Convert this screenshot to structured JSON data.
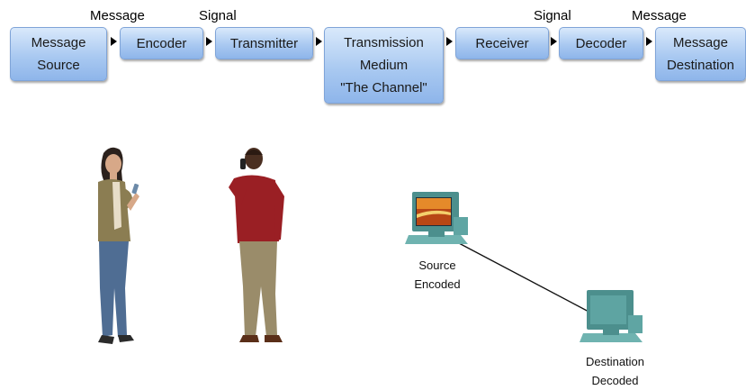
{
  "flow": {
    "boxes": [
      {
        "label": "Message\nSource"
      },
      {
        "label": "Encoder"
      },
      {
        "label": "Transmitter"
      },
      {
        "label": "Transmission\nMedium\n\"The Channel\""
      },
      {
        "label": "Receiver"
      },
      {
        "label": "Decoder"
      },
      {
        "label": "Message\nDestination"
      }
    ],
    "top_labels": [
      "Message",
      "Signal",
      "Signal",
      "Message"
    ]
  },
  "network": {
    "source_caption": "Source\nEncoded",
    "destination_caption": "Destination\nDecoded"
  },
  "colors": {
    "box_top": "#d9e9fb",
    "box_bottom": "#8eb5ea",
    "box_border": "#7fa4d8"
  }
}
